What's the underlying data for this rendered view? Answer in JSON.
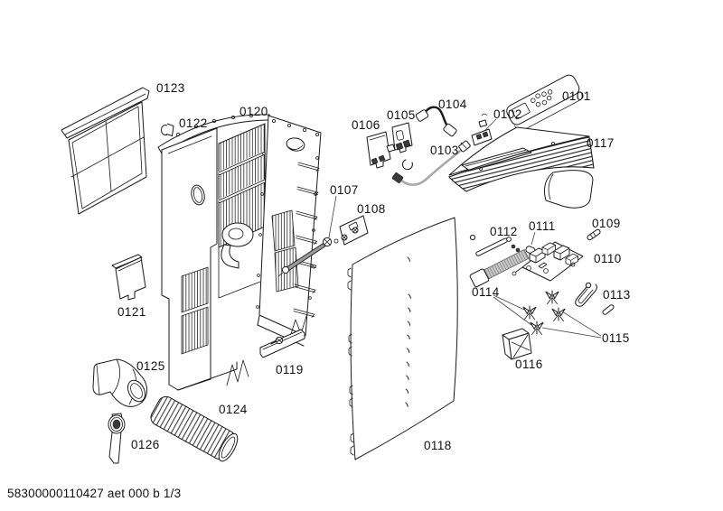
{
  "footer": {
    "text": "58300000110427 aet 000 b 1/3"
  },
  "diagram": {
    "parts": [
      {
        "label": "0123"
      },
      {
        "label": "0122"
      },
      {
        "label": "0120"
      },
      {
        "label": "0106"
      },
      {
        "label": "0105"
      },
      {
        "label": "0104"
      },
      {
        "label": "0102"
      },
      {
        "label": "0101"
      },
      {
        "label": "0103"
      },
      {
        "label": "0117"
      },
      {
        "label": "0107"
      },
      {
        "label": "0108"
      },
      {
        "label": "0112"
      },
      {
        "label": "0111"
      },
      {
        "label": "0109"
      },
      {
        "label": "0110"
      },
      {
        "label": "0114"
      },
      {
        "label": "0113"
      },
      {
        "label": "0115"
      },
      {
        "label": "0116"
      },
      {
        "label": "0121"
      },
      {
        "label": "0125"
      },
      {
        "label": "0119"
      },
      {
        "label": "0124"
      },
      {
        "label": "0126"
      },
      {
        "label": "0118"
      }
    ]
  }
}
